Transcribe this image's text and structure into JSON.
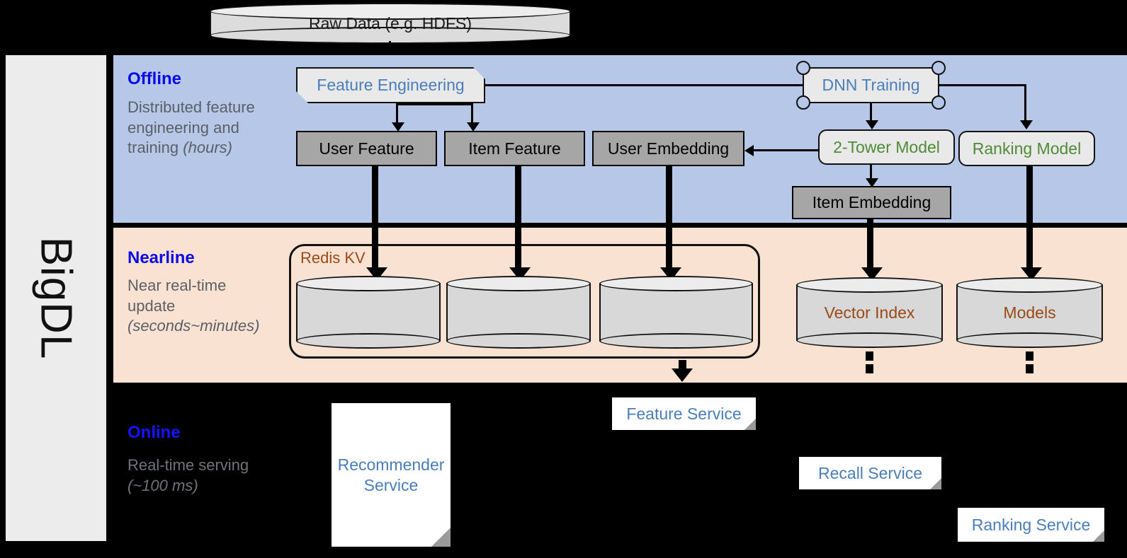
{
  "brand": {
    "label": "BigDL"
  },
  "bands": {
    "offline": {
      "title": "Offline",
      "subtitle": "Distributed feature engineering and training ",
      "subtitle_em": "(hours)"
    },
    "nearline": {
      "title": "Nearline",
      "subtitle": "Near real-time update ",
      "subtitle_em": "(seconds~minutes)"
    },
    "online": {
      "title": "Online",
      "subtitle": "Real-time serving ",
      "subtitle_em": "(~100 ms)"
    }
  },
  "nodes": {
    "raw_data": "Raw Data (e.g. HDFS)",
    "feature_engineering": "Feature Engineering",
    "dnn_training": "DNN Training",
    "user_feature": "User Feature",
    "item_feature": "Item Feature",
    "user_embedding": "User Embedding",
    "two_tower_model": "2-Tower Model",
    "ranking_model": "Ranking Model",
    "item_embedding": "Item Embedding",
    "redis_kv": "Redis KV",
    "vector_index": "Vector Index",
    "models": "Models",
    "feature_service": "Feature Service",
    "recommender_service": "Recommender Service",
    "recall_service": "Recall Service",
    "ranking_service": "Ranking Service"
  },
  "colors": {
    "offline_band": "#b6c7e8",
    "nearline_band": "#fae2d3",
    "online_band": "#000000",
    "band_title": "#0a0ae6",
    "band_subtitle": "#5b5f66",
    "store_grey": "#a6a6a6",
    "node_light": "#e9e9e9",
    "blue_text": "#4a7ebb",
    "green_text": "#4f8b37",
    "brown_text": "#9a4a16",
    "rail_bg": "#ececec"
  }
}
